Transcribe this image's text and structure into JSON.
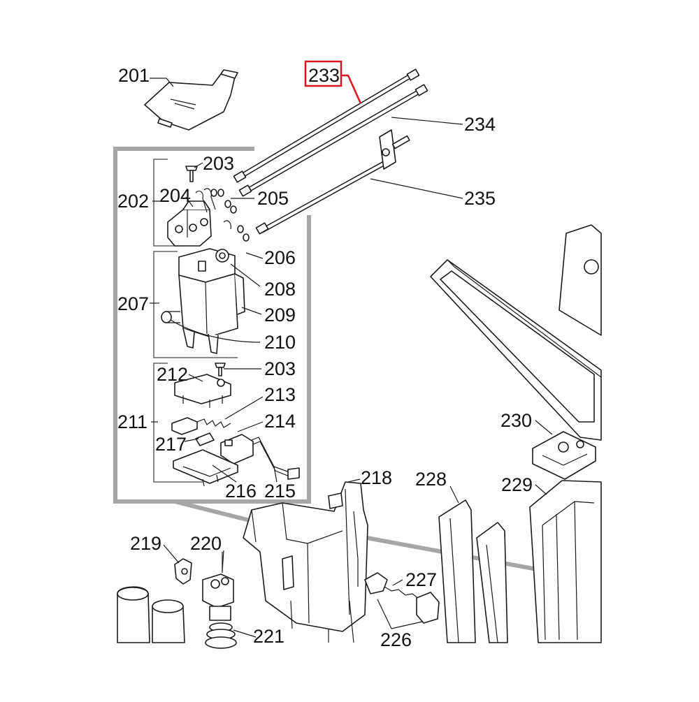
{
  "diagram": {
    "highlight_color": "#d9141e",
    "frame_color": "#a6a6a6",
    "highlighted_label": "233",
    "labels": {
      "l201": "201",
      "l202": "202",
      "l203a": "203",
      "l203b": "203",
      "l204": "204",
      "l205": "205",
      "l206": "206",
      "l207": "207",
      "l208": "208",
      "l209": "209",
      "l210": "210",
      "l211": "211",
      "l212": "212",
      "l213": "213",
      "l214": "214",
      "l215": "215",
      "l216": "216",
      "l217": "217",
      "l218": "218",
      "l219": "219",
      "l220": "220",
      "l221": "221",
      "l226": "226",
      "l227": "227",
      "l228": "228",
      "l229": "229",
      "l230": "230",
      "l233": "233",
      "l234": "234",
      "l235": "235"
    }
  }
}
